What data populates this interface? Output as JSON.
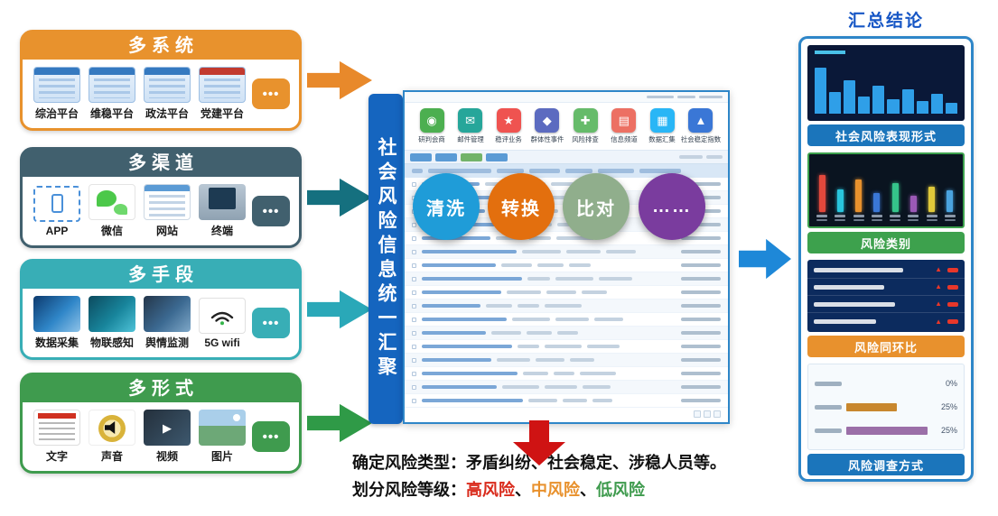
{
  "left_cards": [
    {
      "title": "多系统",
      "color": "#E8922D",
      "arrow_color": "#E8892B",
      "more_label": "•••",
      "items": [
        {
          "label": "综治平台",
          "icon": "platform-window-icon"
        },
        {
          "label": "维稳平台",
          "icon": "platform-window-icon"
        },
        {
          "label": "政法平台",
          "icon": "platform-window-icon"
        },
        {
          "label": "党建平台",
          "icon": "party-platform-icon"
        }
      ]
    },
    {
      "title": "多渠道",
      "color": "#41606E",
      "arrow_color": "#15707F",
      "more_label": "•••",
      "items": [
        {
          "label": "APP",
          "icon": "phone-dashed-icon"
        },
        {
          "label": "微信",
          "icon": "wechat-icon"
        },
        {
          "label": "网站",
          "icon": "website-icon"
        },
        {
          "label": "终端",
          "icon": "terminal-icon"
        }
      ]
    },
    {
      "title": "多手段",
      "color": "#38AEB6",
      "arrow_color": "#2AA8B8",
      "more_label": "•••",
      "items": [
        {
          "label": "数据采集",
          "icon": "tech-photo-icon"
        },
        {
          "label": "物联感知",
          "icon": "iot-photo-icon"
        },
        {
          "label": "舆情监测",
          "icon": "monitor-photo-icon"
        },
        {
          "label": "5G wifi",
          "icon": "wifi-icon"
        }
      ]
    },
    {
      "title": "多形式",
      "color": "#3F9B4E",
      "arrow_color": "#2F9A47",
      "more_label": "•••",
      "items": [
        {
          "label": "文字",
          "icon": "text-doc-icon"
        },
        {
          "label": "声音",
          "icon": "audio-speaker-icon"
        },
        {
          "label": "视频",
          "icon": "video-icon"
        },
        {
          "label": "图片",
          "icon": "image-photo-icon"
        }
      ]
    }
  ],
  "center": {
    "banner": "社会风险信息统一汇聚",
    "app_tiles": [
      {
        "label": "研判会商",
        "icon": "discussion-icon",
        "glyph": "◉",
        "color": "#4CAF50"
      },
      {
        "label": "邮件管理",
        "icon": "mail-icon",
        "glyph": "✉",
        "color": "#26A69A"
      },
      {
        "label": "稳评业务",
        "icon": "assessment-icon",
        "glyph": "★",
        "color": "#EF5350"
      },
      {
        "label": "群体性事件",
        "icon": "group-event-icon",
        "glyph": "◆",
        "color": "#5C6BC0"
      },
      {
        "label": "风险排查",
        "icon": "risk-check-icon",
        "glyph": "✚",
        "color": "#66BB6A"
      },
      {
        "label": "信息频道",
        "icon": "info-channel-icon",
        "glyph": "▤",
        "color": "#EC7063"
      },
      {
        "label": "数据汇集",
        "icon": "data-collect-icon",
        "glyph": "▦",
        "color": "#29B6F6"
      },
      {
        "label": "社会稳定指数",
        "icon": "stability-index-icon",
        "glyph": "▲",
        "color": "#3A77D6"
      }
    ],
    "process_circles": [
      {
        "label": "清洗",
        "color": "#1F9CD8"
      },
      {
        "label": "转换",
        "color": "#E36F0E"
      },
      {
        "label": "比对",
        "color": "#90AE8C"
      },
      {
        "label": "……",
        "color": "#7A3C9E"
      }
    ]
  },
  "bottom": {
    "line1_label": "确定风险类型：",
    "line1_text": "矛盾纠纷、社会稳定、涉稳人员等。",
    "line2_label": "划分风险等级：",
    "separator": "、",
    "line2_items": [
      {
        "text": "高风险",
        "color": "#D92B1C"
      },
      {
        "text": "中风险",
        "color": "#E8912D"
      },
      {
        "text": "低风险",
        "color": "#3F9B4E"
      }
    ]
  },
  "right": {
    "title": "汇总结论",
    "box_border_color": "#2E86C8",
    "sections": [
      {
        "label": "社会风险表现形式",
        "label_color": "#1B75BB",
        "chart": {
          "type": "bar",
          "bg": "#0A1838",
          "bar_color": "#2F9FE8",
          "values": [
            88,
            42,
            64,
            32,
            54,
            28,
            46,
            24,
            38,
            20
          ]
        }
      },
      {
        "label": "风险类别",
        "label_color": "#3DA14D",
        "chart": {
          "type": "bar-multi",
          "bg": "#0A1420",
          "border_color": "#3DA14D",
          "bars": [
            {
              "color": "#E2483C",
              "value": 62
            },
            {
              "color": "#29C5DD",
              "value": 38
            },
            {
              "color": "#E8912D",
              "value": 54
            },
            {
              "color": "#3A77D6",
              "value": 32
            },
            {
              "color": "#35C48A",
              "value": 48
            },
            {
              "color": "#9B59B6",
              "value": 28
            },
            {
              "color": "#E0C93A",
              "value": 42
            },
            {
              "color": "#4AA3DF",
              "value": 36
            }
          ]
        }
      },
      {
        "label": "风险同环比",
        "label_color": "#E8912D",
        "chart": {
          "type": "trend-rows",
          "bg": "#0C2B5E",
          "rows": 4,
          "trend_glyph": "▲",
          "trend_color": "#E8372A"
        }
      },
      {
        "label": "风险调查方式",
        "label_color": "#1B75BB",
        "chart": {
          "type": "hbar",
          "bg": "#F6FAFD",
          "rows": [
            {
              "pct": "0%",
              "bar_color": null,
              "width": 0
            },
            {
              "pct": "25%",
              "bar_color": "#C8872E",
              "width": 56
            },
            {
              "pct": "25%",
              "bar_color": "#9B6FA8",
              "width": 90
            }
          ]
        }
      }
    ]
  }
}
